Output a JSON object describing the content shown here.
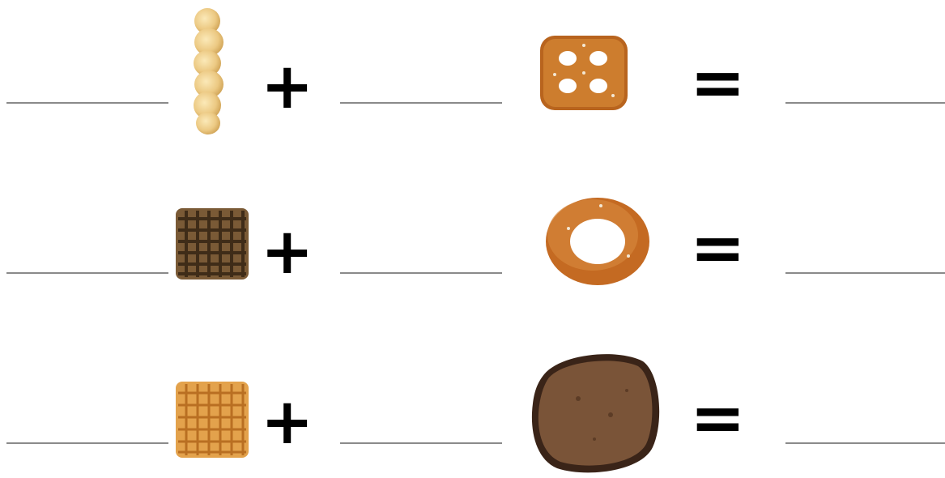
{
  "worksheet": {
    "rows": [
      {
        "left_item": "corn-puff-snack",
        "operator": "+",
        "right_item": "pretzel-square-snack",
        "equals": "="
      },
      {
        "left_item": "wheat-square-snack",
        "operator": "+",
        "right_item": "pretzel-ring-snack",
        "equals": "="
      },
      {
        "left_item": "corn-square-snack",
        "operator": "+",
        "right_item": "rye-chip-snack",
        "equals": "="
      }
    ]
  }
}
